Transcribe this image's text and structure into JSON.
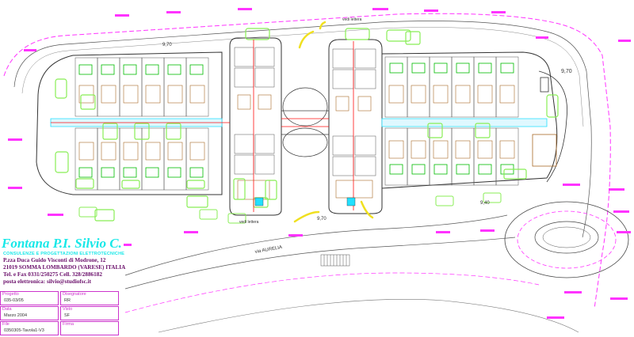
{
  "title_block": {
    "brand": "Fontana P.I. Silvio C.",
    "subtitle": "CONSULENZE E PROGETTAZIONI ELETTROTECNICHE",
    "address": [
      "P.zza Duca Guido Visconti di Modrone, 12",
      "21019 SOMMA LOMBARDO (VARESE) ITALIA",
      "Tel. e Fax 0331/250275 Cell. 328/2886182",
      "posta elettronica: silvio@studiofsc.it"
    ],
    "fields": {
      "progetto_label": "Progetto",
      "progetto_value": "035-03/05",
      "data_label": "Data",
      "data_value": "Marzo 2004",
      "file_label": "File",
      "file_value": "0350305-Tavola1-V3",
      "disegnatore_label": "Disegnatore",
      "disegnatore_value": "RR",
      "visto_label": "Visto",
      "visto_value": "SF",
      "firma_label": "Firma",
      "firma_value": ""
    }
  },
  "annotations": {
    "level_right": "9,70",
    "level_left": "9,70",
    "level_bottom": "9,70",
    "level_ramp": "9,40",
    "road_name": "via AURELIA",
    "north_label": "vedi lettera",
    "south_label": "vedi lettera"
  },
  "colors": {
    "magenta": "#ff33ff",
    "green": "#00bb00",
    "cyan": "#22e0ff",
    "red": "#ff1010",
    "dark": "#333333",
    "brown": "#a86a28",
    "yellow": "#f0e020",
    "lightgreen": "#88ee55"
  }
}
